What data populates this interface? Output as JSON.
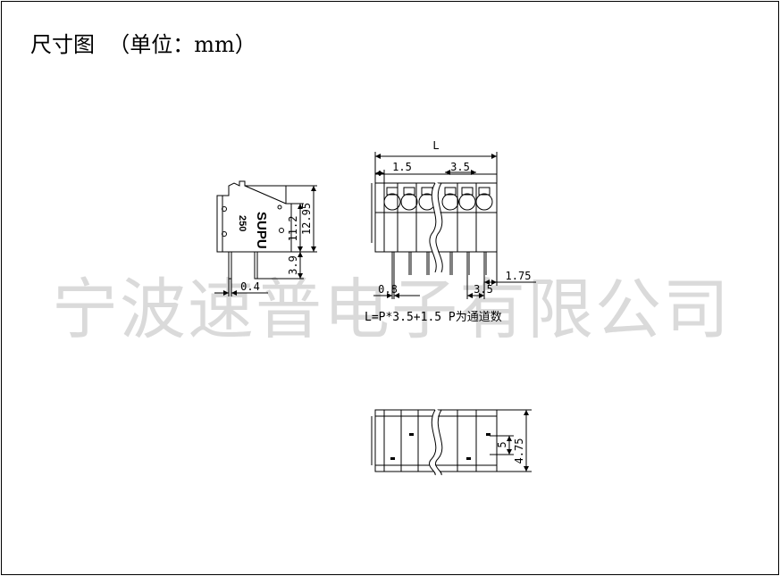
{
  "title": "尺寸图  （单位：mm）",
  "watermark": "宁波速普电子有限公司",
  "side_view": {
    "body_marking_1": "SUPU",
    "body_marking_2": "250",
    "dim_height_body": "11.2",
    "dim_height_total": "12.95",
    "dim_pin_length": "3.9",
    "dim_pin_width": "0.4"
  },
  "front_view": {
    "dim_overall_length": "L",
    "dim_edge": "1.5",
    "dim_pitch": "3.5",
    "dim_pin_size": "0.8",
    "dim_pitch_bottom": "3.5",
    "dim_edge_right": "1.75",
    "formula": "L=P*3.5+1.5 P为通道数"
  },
  "bottom_view": {
    "dim_5": "5",
    "dim_4_75": "4.75"
  },
  "colors": {
    "line": "#000000",
    "watermark": "#dadada",
    "background": "#ffffff"
  }
}
